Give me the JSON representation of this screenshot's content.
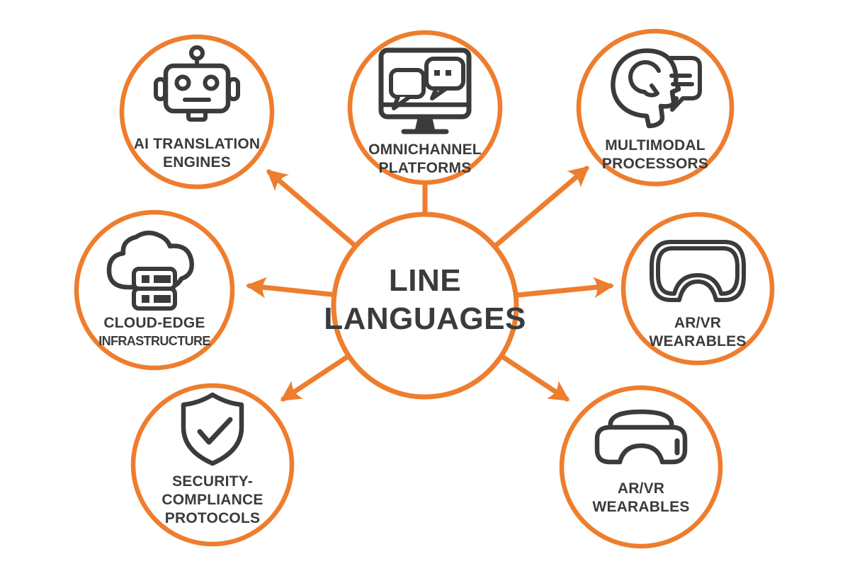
{
  "colors": {
    "accent": "#EE7D2E",
    "ink": "#3B3B3B",
    "background": "#FFFFFF"
  },
  "center": {
    "label_line1": "LINE",
    "label_line2": "LANGUAGES"
  },
  "nodes": {
    "ai_translation": {
      "label_line1": "AI TRANSLATION",
      "label_line2": "ENGINES",
      "icon": "robot-icon"
    },
    "omnichannel": {
      "label_line1": "OMNICHANNEL",
      "label_line2": "PLATFORMS",
      "icon": "monitor-chat-icon"
    },
    "multimodal": {
      "label_line1": "MULTIMODAL",
      "label_line2": "PROCESSORS",
      "icon": "head-speech-icon"
    },
    "cloud_edge": {
      "label_line1": "CLOUD-EDGE",
      "label_line2": "INFRASTRUCTURE",
      "icon": "cloud-server-icon"
    },
    "arvr_goggles": {
      "label_line1": "AR/VR",
      "label_line2": "WEARABLES",
      "icon": "vr-goggles-icon"
    },
    "security": {
      "label_line1": "SECURITY-",
      "label_line2": "COMPLIANCE",
      "label_line3": "PROTOCOLS",
      "icon": "shield-check-icon"
    },
    "arvr_headset": {
      "label_line1": "AR/VR",
      "label_line2": "WEARABLES",
      "icon": "vr-headset-icon"
    }
  },
  "connections": [
    {
      "from": "center",
      "to": "ai_translation",
      "arrow": true
    },
    {
      "from": "center",
      "to": "omnichannel",
      "arrow": false
    },
    {
      "from": "center",
      "to": "multimodal",
      "arrow": true
    },
    {
      "from": "center",
      "to": "cloud_edge",
      "arrow": true
    },
    {
      "from": "center",
      "to": "arvr_goggles",
      "arrow": true
    },
    {
      "from": "center",
      "to": "security",
      "arrow": true
    },
    {
      "from": "center",
      "to": "arvr_headset",
      "arrow": true
    }
  ]
}
